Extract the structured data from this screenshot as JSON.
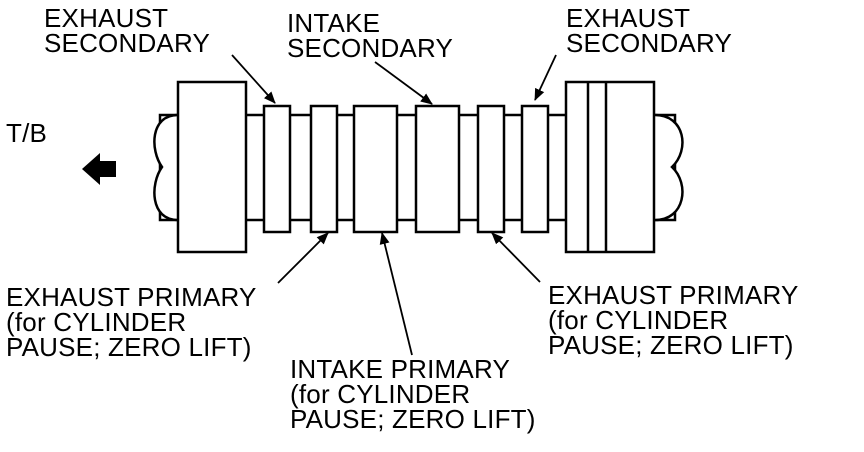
{
  "labels": {
    "exhaust_secondary_left": [
      "EXHAUST",
      "SECONDARY"
    ],
    "intake_secondary": [
      "INTAKE",
      "SECONDARY"
    ],
    "exhaust_secondary_right": [
      "EXHAUST",
      "SECONDARY"
    ],
    "direction": "T/B",
    "exhaust_primary_left": [
      "EXHAUST PRIMARY",
      "(for CYLINDER",
      "PAUSE; ZERO LIFT)"
    ],
    "intake_primary": [
      "INTAKE PRIMARY",
      "(for CYLINDER",
      "PAUSE; ZERO LIFT)"
    ],
    "exhaust_primary_right": [
      "EXHAUST PRIMARY",
      "(for CYLINDER",
      "PAUSE; ZERO LIFT)"
    ]
  },
  "colors": {
    "line": "#000000",
    "background": "#ffffff"
  }
}
